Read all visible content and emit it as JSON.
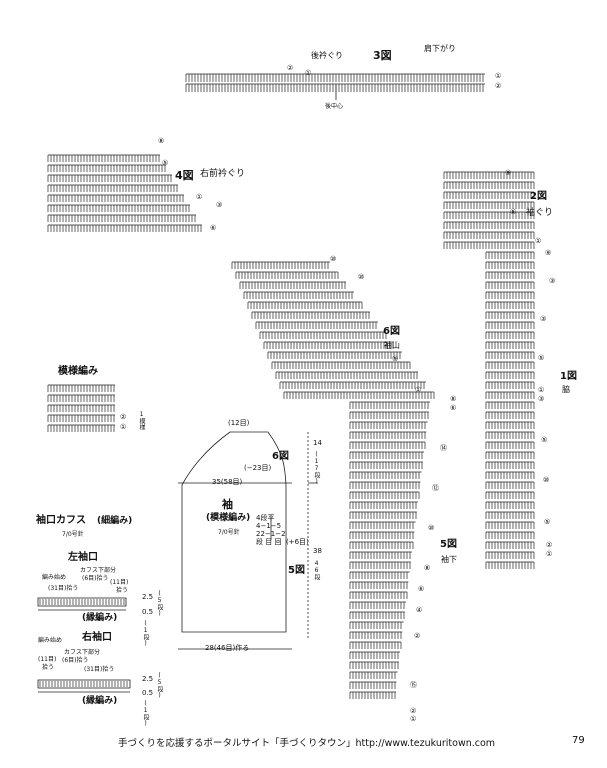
{
  "fig3": {
    "title": "3図",
    "back_neck": "後衿ぐり",
    "shoulder": "肩下がり",
    "center": "後中心",
    "marks": [
      "②",
      "①",
      "①",
      "②"
    ]
  },
  "fig4": {
    "title": "4図",
    "name": "右前衿ぐり",
    "marks": [
      "⑧",
      "⑤",
      "①",
      "③",
      "⑥"
    ]
  },
  "fig2": {
    "title": "2図",
    "name": "袖ぐり",
    "marks": [
      "⑨",
      "⑤",
      "①",
      "⑨",
      "③"
    ]
  },
  "fig1": {
    "title": "1図",
    "name": "脇",
    "marks": [
      "③",
      "⑤",
      "①",
      "③",
      "⑤",
      "⑩",
      "⑤",
      "②",
      "①"
    ]
  },
  "fig6": {
    "title": "6図",
    "name": "袖山",
    "marks": [
      "⑩",
      "⑩",
      "⑤",
      "①",
      "⑧",
      "⑥"
    ]
  },
  "fig5": {
    "title": "5図",
    "name": "袖下",
    "marks": [
      "⑭",
      "⑫",
      "⑩",
      "⑧",
      "⑥",
      "④",
      "②",
      "⑮",
      "②",
      "①"
    ]
  },
  "pattern": {
    "title": "模様編み",
    "marks": [
      "②",
      "①"
    ],
    "repeat": "1模様"
  },
  "sleeve": {
    "top": "(12目)",
    "upper": "(−23目)",
    "width": "35(58目)",
    "name": "袖",
    "sub": "(模様編み)",
    "needle": "7/0号針",
    "rule1": "4段平",
    "rule2": "4−1−5",
    "rule3": "22−1−2",
    "rule4": "段 目 回",
    "plus": "(+6目)",
    "fig6": "6図",
    "fig5": "5図",
    "bottom": "28(46目)作る",
    "right_top_a": "14",
    "right_top_b": "(17段)",
    "right_bot_a": "38",
    "right_bot_b": "46段"
  },
  "cuff": {
    "title": "袖口カフス",
    "sub": "(細編み)",
    "needle": "7/0号針"
  },
  "left_cuff": {
    "title": "左袖口",
    "start": "編み始め",
    "lower": "カフス下部分",
    "lower2": "(6目)拾う",
    "a": "(31目)拾う",
    "b": "(11目)",
    "c": "拾う",
    "garter": "(縁編み)",
    "d": "2.5",
    "e": "(5段)",
    "f": "0.5",
    "g": "(1段)"
  },
  "right_cuff": {
    "title": "右袖口",
    "start": "編み始め",
    "lower": "カフス下部分",
    "a": "(11目)",
    "b": "拾う",
    "c": "(6目)拾う",
    "d": "(31目)拾う",
    "garter": "(縁編み)",
    "e": "2.5",
    "f": "(5段)",
    "g": "0.5",
    "h": "(1段)"
  },
  "footer": "手づくりを応援するポータルサイト「手づくりタウン」http://www.tezukuritown.com",
  "page": "79"
}
